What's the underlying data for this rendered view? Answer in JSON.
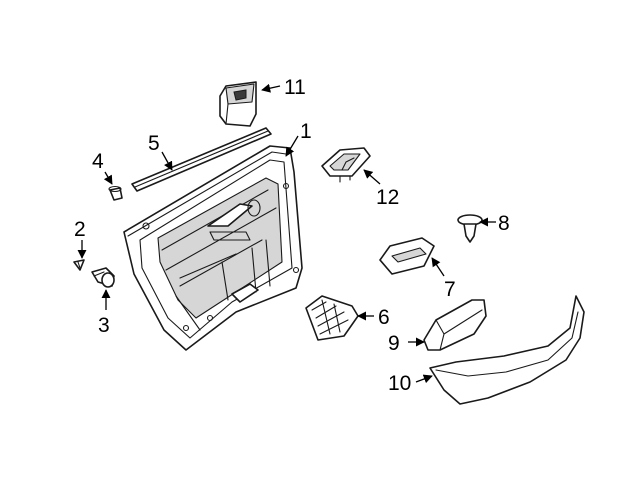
{
  "colors": {
    "line": "#1a1a1a",
    "shade": "#d6d6d6",
    "background": "#ffffff"
  },
  "callouts": [
    {
      "part": "door-trim-panel",
      "label": "1"
    },
    {
      "part": "push-pin-clip",
      "label": "2"
    },
    {
      "part": "panel-retainer-clip",
      "label": "3"
    },
    {
      "part": "cap-clip",
      "label": "4"
    },
    {
      "part": "belt-weatherstrip",
      "label": "5"
    },
    {
      "part": "panel-bracket",
      "label": "6"
    },
    {
      "part": "pull-cup",
      "label": "7"
    },
    {
      "part": "trim-push-retainer",
      "label": "8"
    },
    {
      "part": "armrest-pad",
      "label": "9"
    },
    {
      "part": "lower-trim-molding",
      "label": "10"
    },
    {
      "part": "window-switch",
      "label": "11"
    },
    {
      "part": "inside-handle-bezel",
      "label": "12"
    }
  ]
}
